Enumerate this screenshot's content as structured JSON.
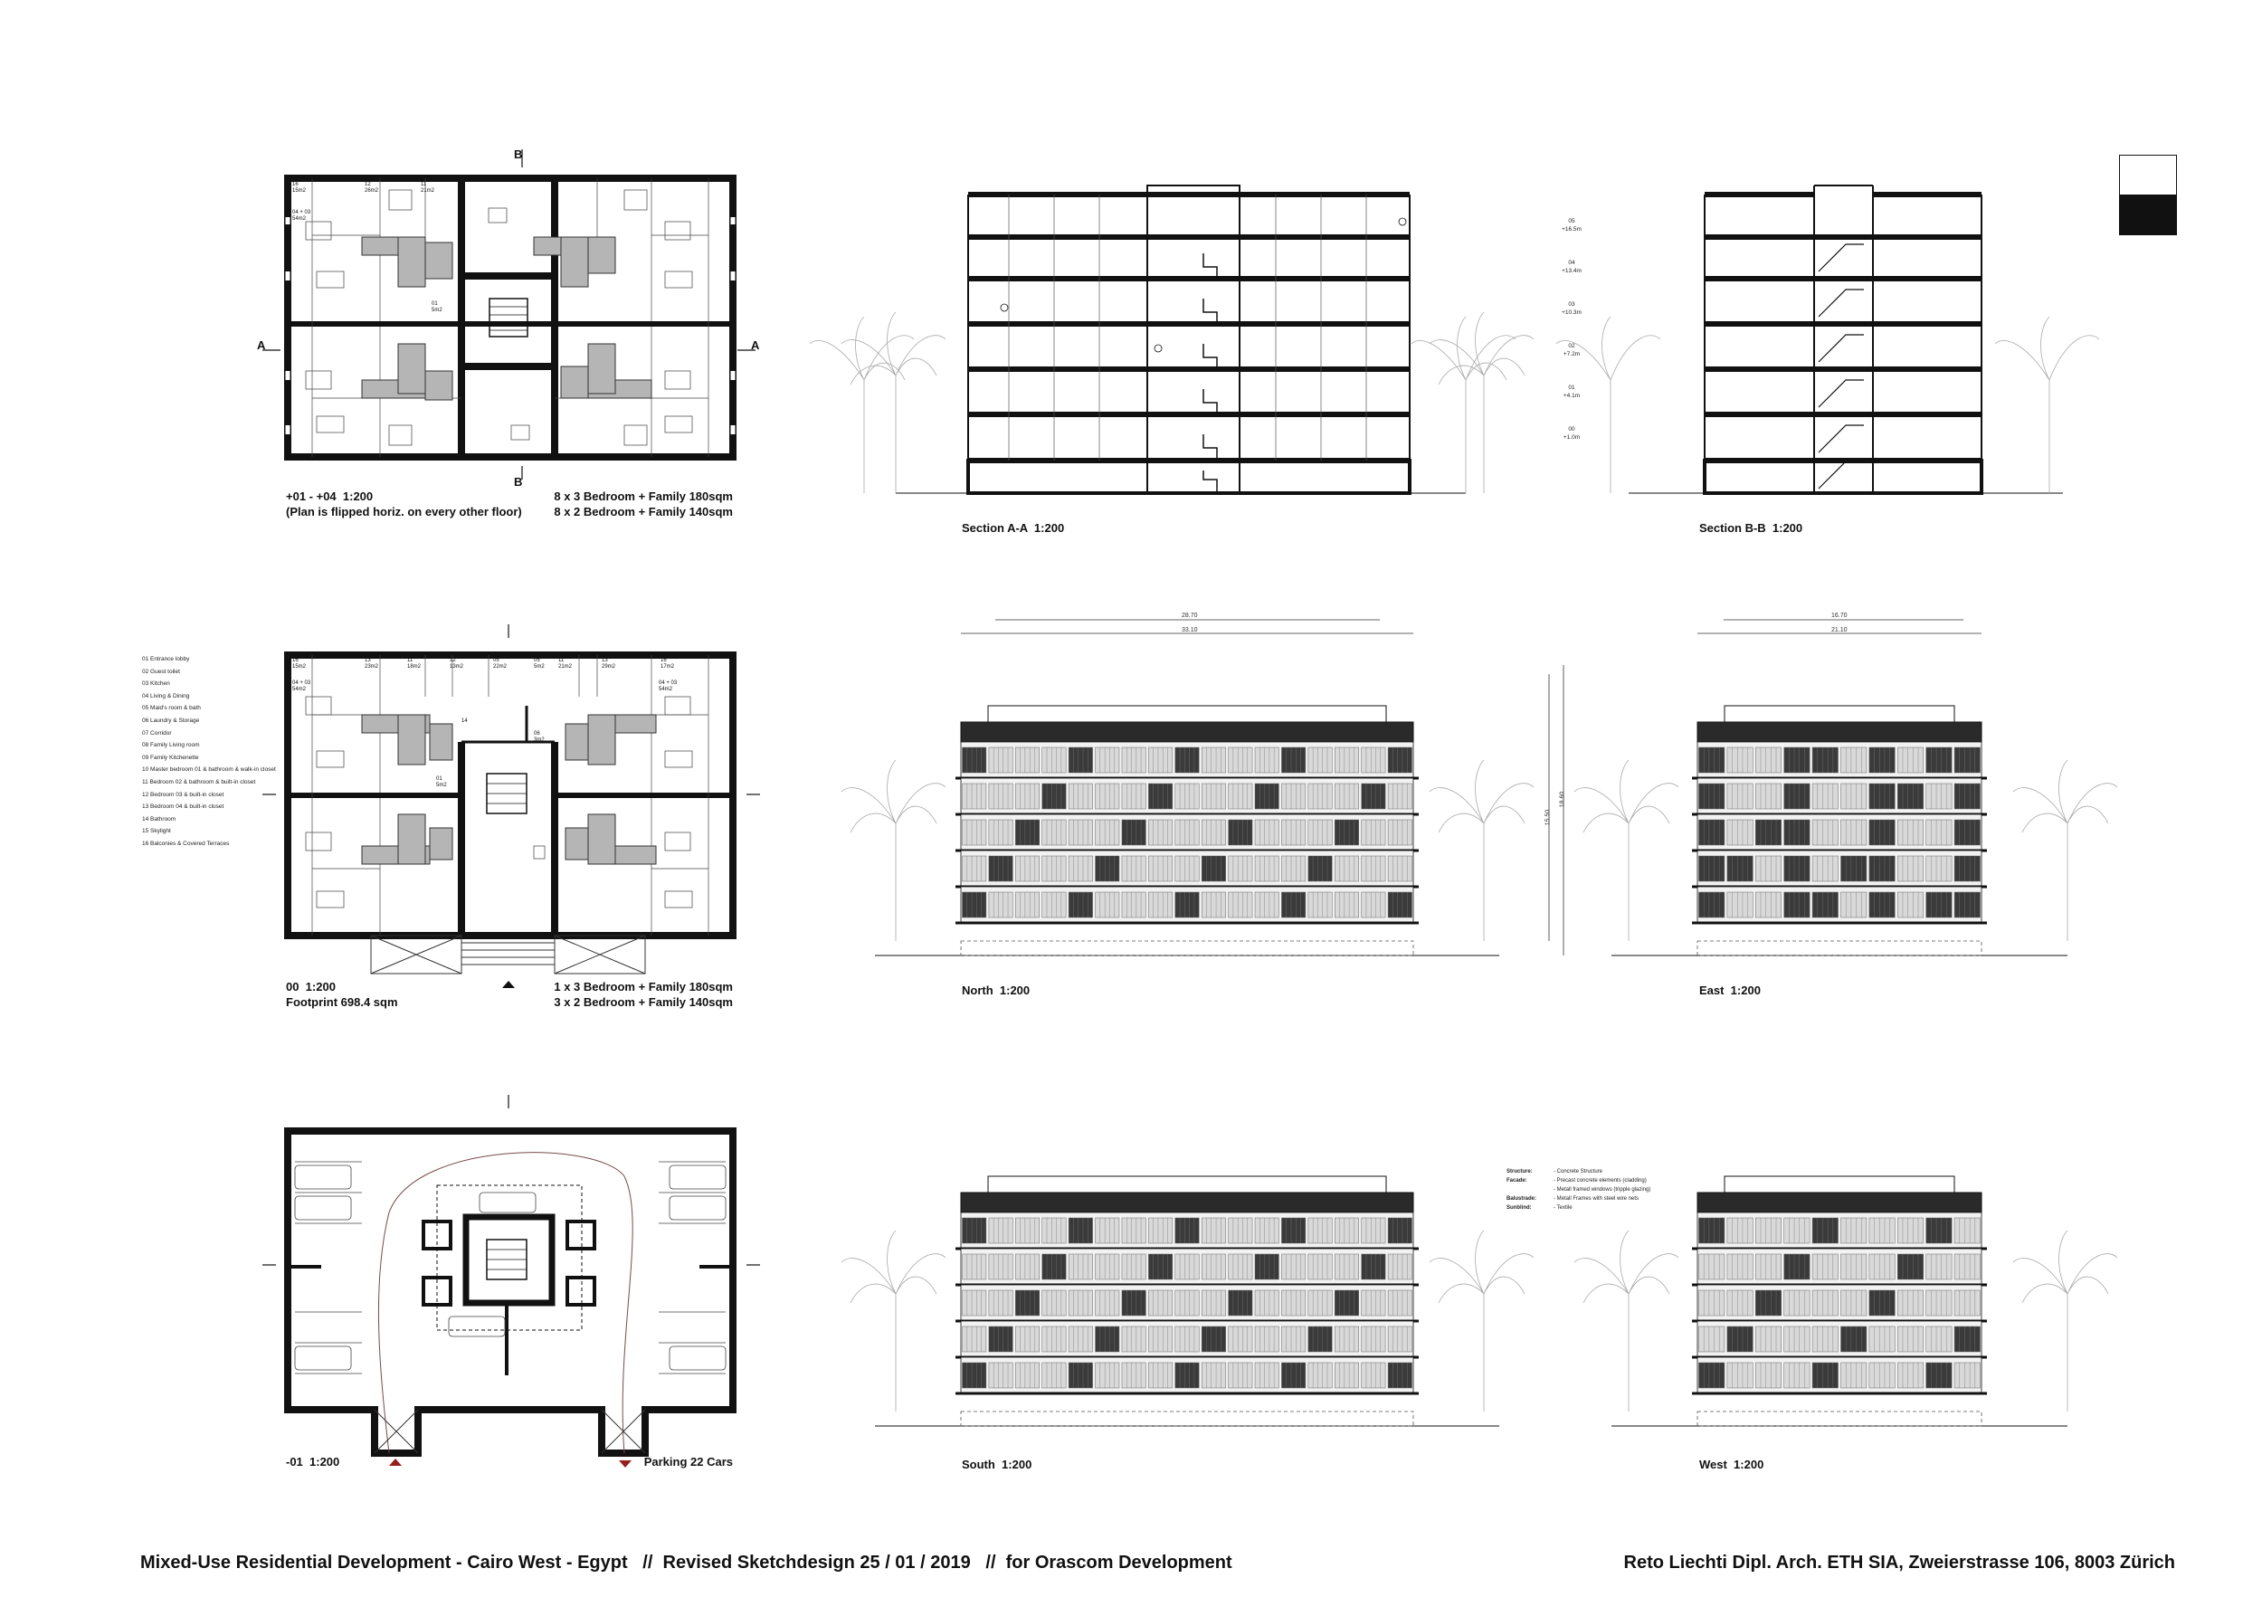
{
  "plans": {
    "upper": {
      "caption_left": "+01 - +04  1:200\n(Plan is flipped horiz. on every other floor)",
      "caption_right": "8 x 3 Bedroom + Family 180sqm\n8 x 2 Bedroom + Family 140sqm",
      "mark_a": "A",
      "mark_b": "B",
      "room_labels": [
        "16\n15m2",
        "12\n26m2",
        "11\n21m2",
        "04 + 03\n54m2",
        "01\n5m2"
      ]
    },
    "ground": {
      "caption_left": "00  1:200\nFootprint 698.4 sqm",
      "caption_right": "1 x 3 Bedroom + Family 180sqm\n3 x 2 Bedroom + Family 140sqm",
      "room_labels": [
        "16\n15m2",
        "13\n23m2",
        "11\n18m2",
        "12\n13m2",
        "05\n22m2",
        "05\n5m2",
        "11\n21m2",
        "13\n29m2",
        "16\n17m2",
        "04 + 03\n54m2",
        "04 + 03\n54m2",
        "01\n5m2",
        "14",
        "06\n3m2"
      ]
    },
    "basement": {
      "caption_left": "-01  1:200",
      "caption_right": "Parking 22 Cars"
    }
  },
  "legend": [
    "01 Entrance lobby",
    "02 Guest toilet",
    "03 Kitchen",
    "04 Living & Dining",
    "05 Maid's room & bath",
    "06 Laundry & Storage",
    "07 Corridor",
    "08 Family Living room",
    "09 Family Kitchenette",
    "10 Master bedroom 01 & bathroom & walk-in closet",
    "11 Bedroom 02 & bathroom & built-in closet",
    "12 Bedroom 03 & built-in closet",
    "13 Bedroom 04 & built-in closet",
    "14 Bathroom",
    "15 Skylight",
    "16 Balconies & Covered Terraces"
  ],
  "sections": {
    "aa": {
      "caption": "Section A-A  1:200"
    },
    "bb": {
      "caption": "Section B-B  1:200"
    },
    "levels": [
      {
        "name": "05",
        "value": "+16.5m"
      },
      {
        "name": "04",
        "value": "+13.4m"
      },
      {
        "name": "03",
        "value": "+10.3m"
      },
      {
        "name": "02",
        "value": "+7.2m"
      },
      {
        "name": "01",
        "value": "+4.1m"
      },
      {
        "name": "00",
        "value": "+1.0m"
      }
    ]
  },
  "elevations": {
    "north": {
      "caption": "North  1:200",
      "dim_top": "28.70",
      "dim_total": "33.10"
    },
    "east": {
      "caption": "East  1:200",
      "dim_top": "16.70",
      "dim_total": "21.10"
    },
    "south": {
      "caption": "South  1:200"
    },
    "west": {
      "caption": "West  1:200"
    },
    "height_dims": [
      "15.50",
      "18.60"
    ]
  },
  "notes": [
    {
      "key": "Structure:",
      "value": "- Concrete Structure"
    },
    {
      "key": "Facade:",
      "value": "- Precast concrete elements (cladding)\n- Metall framed windows (tripple glazing)"
    },
    {
      "key": "Balustrade:",
      "value": "- Metall Frames with steel wire nets"
    },
    {
      "key": "Sunblind:",
      "value": "- Textile"
    }
  ],
  "footer": {
    "left": "Mixed-Use Residential Development - Cairo West - Egypt   //  Revised Sketchdesign 25 / 01 / 2019   //  for Orascom Development",
    "right": "Reto Liechti Dipl. Arch. ETH SIA, Zweierstrasse 106, 8003 Zürich"
  },
  "colors": {
    "ink": "#111111",
    "grey_unit": "#b5b5b5",
    "red_arrow": "#9b1c1c"
  }
}
